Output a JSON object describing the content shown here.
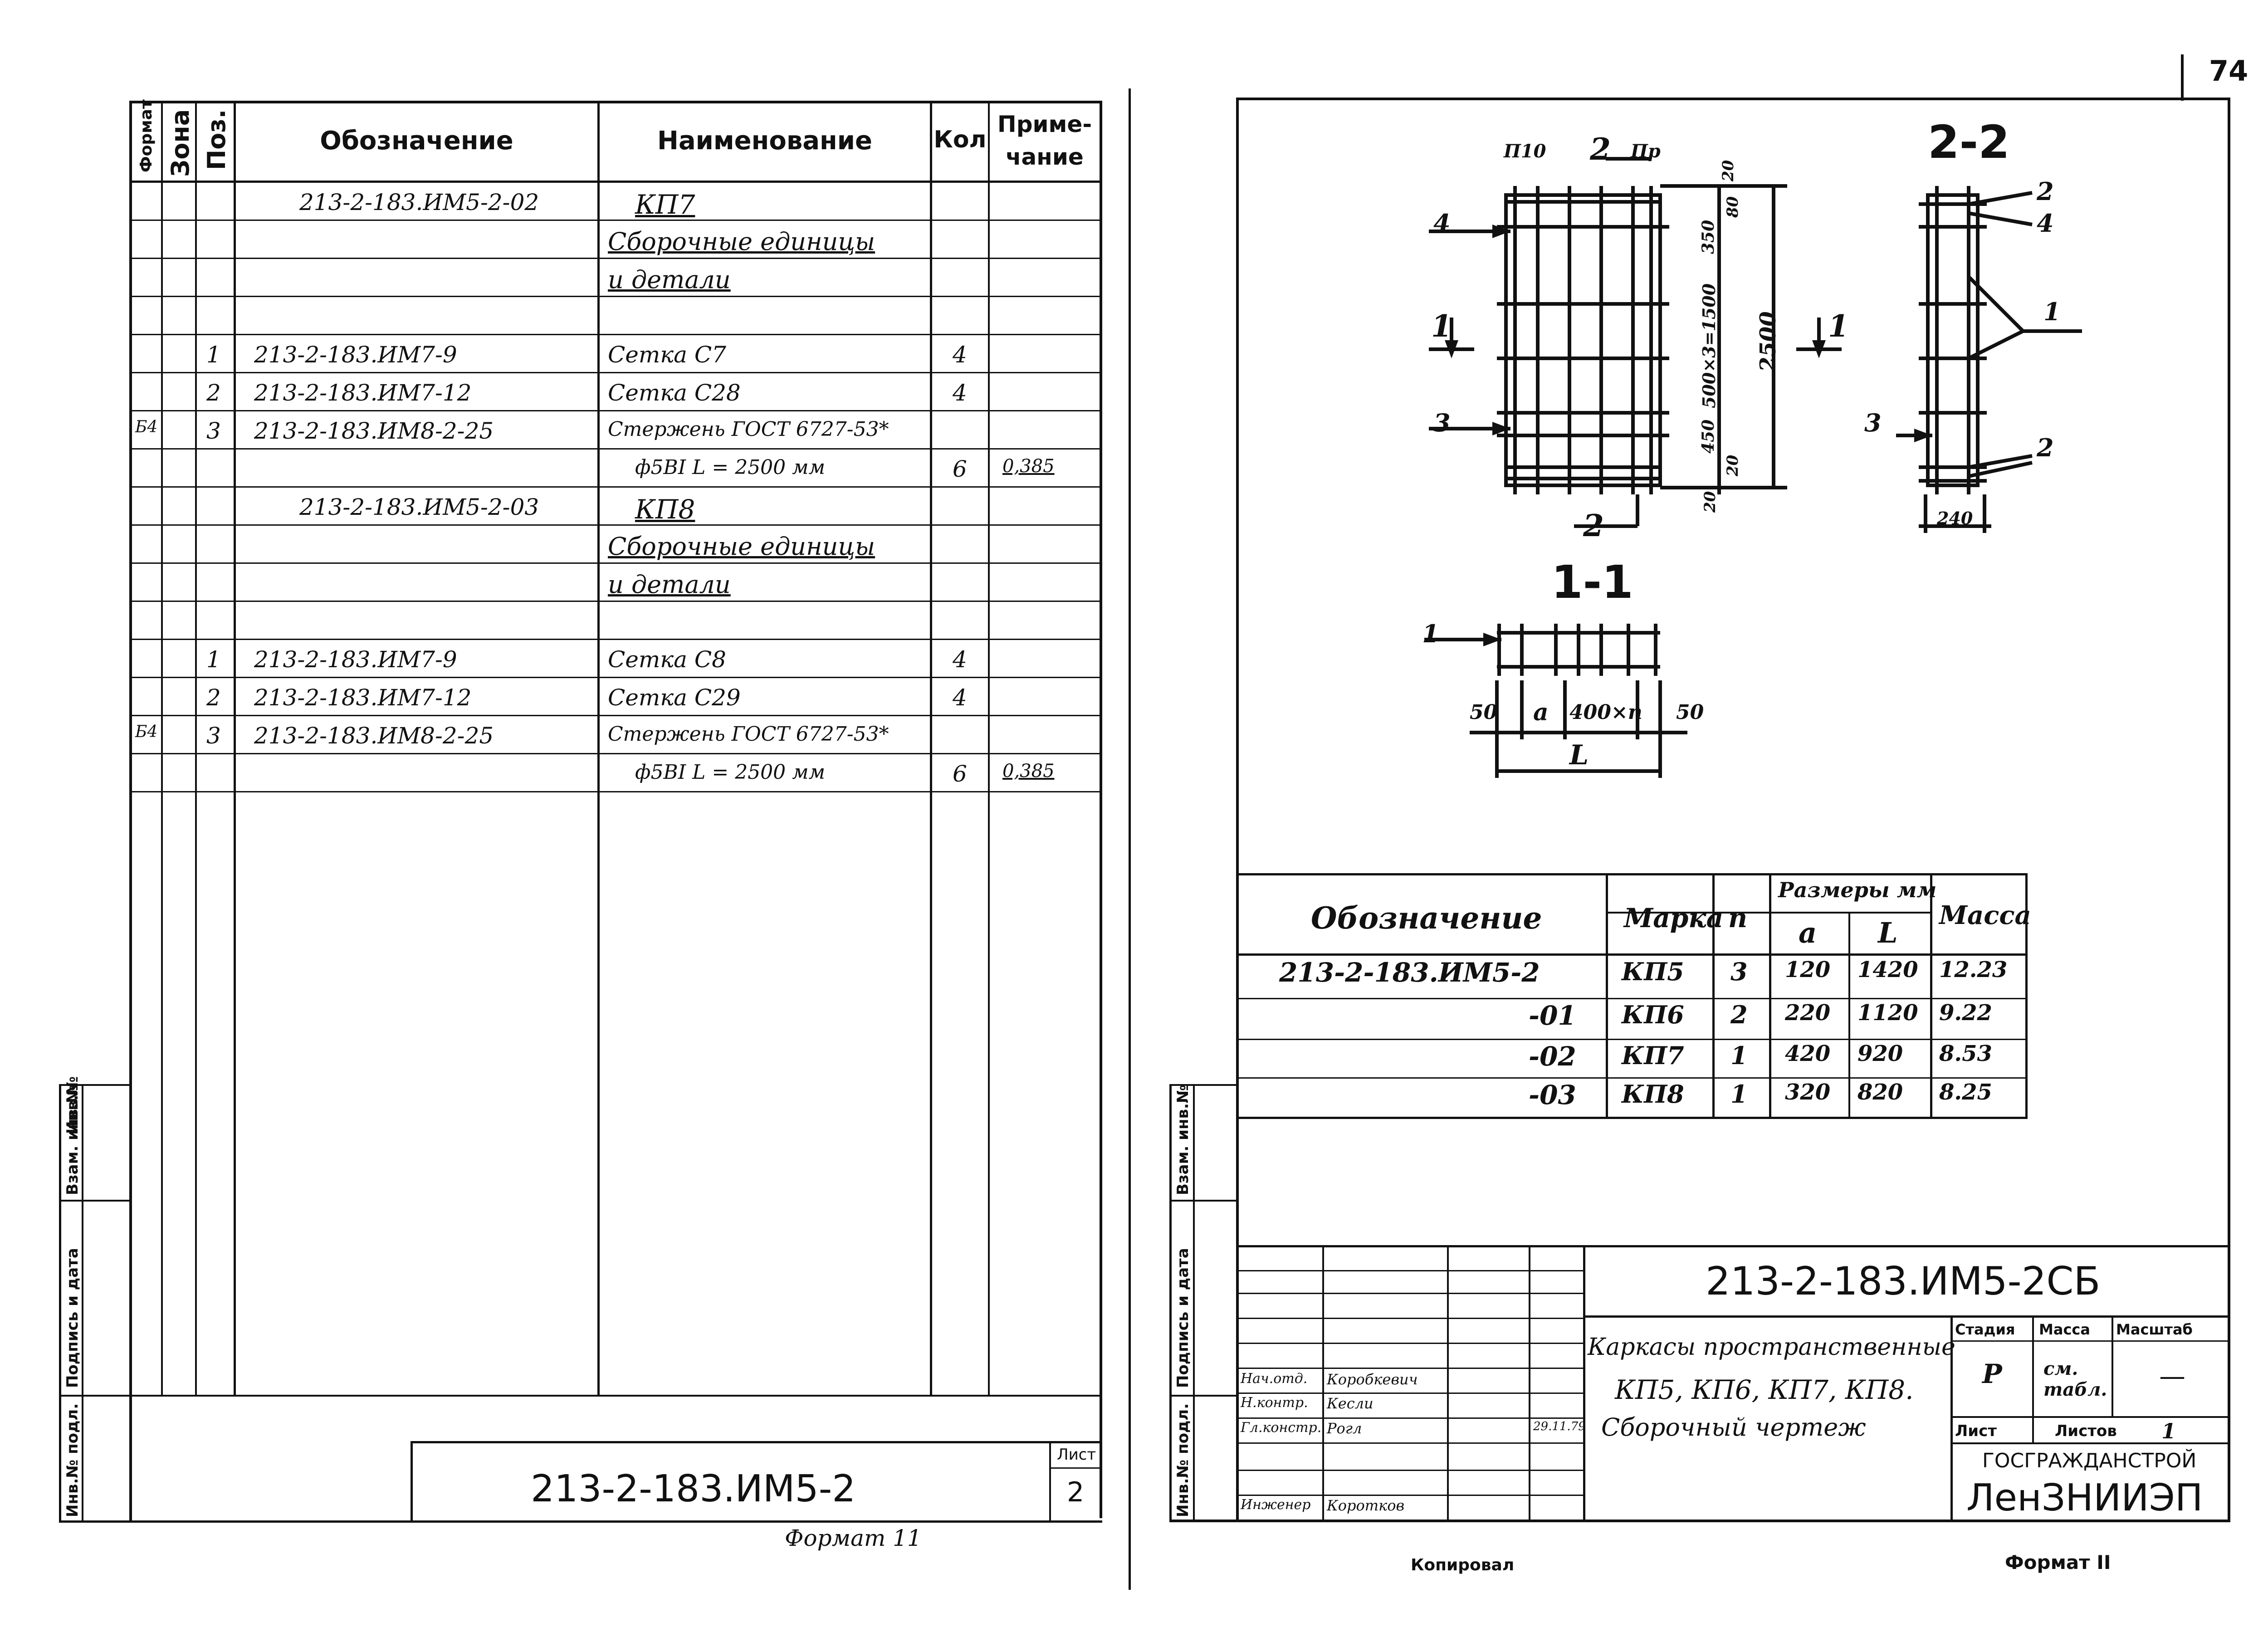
{
  "page_number": "74",
  "left_sheet": {
    "headers": {
      "format": "Формат",
      "zone": "Зона",
      "pos": "Поз.",
      "designation": "Обозначение",
      "name": "Наименование",
      "qty": "Кол",
      "note": "Приме-\nчание"
    },
    "rows": [
      {
        "fmt": "",
        "pos": "",
        "designation": "213-2-183.ИМ5-2-02",
        "name": "КП7",
        "qty": "",
        "note": ""
      },
      {
        "fmt": "",
        "pos": "",
        "designation": "",
        "name": "Сборочные единицы",
        "qty": "",
        "note": ""
      },
      {
        "fmt": "",
        "pos": "",
        "designation": "",
        "name": "и детали",
        "qty": "",
        "note": ""
      },
      {
        "fmt": "",
        "pos": "",
        "designation": "",
        "name": "",
        "qty": "",
        "note": ""
      },
      {
        "fmt": "",
        "pos": "1",
        "designation": "213-2-183.ИМ7-9",
        "name": "Сетка С7",
        "qty": "4",
        "note": ""
      },
      {
        "fmt": "",
        "pos": "2",
        "designation": "213-2-183.ИМ7-12",
        "name": "Сетка С28",
        "qty": "4",
        "note": ""
      },
      {
        "fmt": "Б4",
        "pos": "3",
        "designation": "213-2-183.ИМ8-2-25",
        "name": "Стержень ГОСТ 6727-53*",
        "qty": "",
        "note": ""
      },
      {
        "fmt": "",
        "pos": "",
        "designation": "",
        "name": "ф5ВI  L = 2500 мм",
        "qty": "6",
        "note": "0,385"
      },
      {
        "fmt": "",
        "pos": "",
        "designation": "213-2-183.ИМ5-2-03",
        "name": "КП8",
        "qty": "",
        "note": ""
      },
      {
        "fmt": "",
        "pos": "",
        "designation": "",
        "name": "Сборочные единицы",
        "qty": "",
        "note": ""
      },
      {
        "fmt": "",
        "pos": "",
        "designation": "",
        "name": "и детали",
        "qty": "",
        "note": ""
      },
      {
        "fmt": "",
        "pos": "",
        "designation": "",
        "name": "",
        "qty": "",
        "note": ""
      },
      {
        "fmt": "",
        "pos": "1",
        "designation": "213-2-183.ИМ7-9",
        "name": "Сетка С8",
        "qty": "4",
        "note": ""
      },
      {
        "fmt": "",
        "pos": "2",
        "designation": "213-2-183.ИМ7-12",
        "name": "Сетка С29",
        "qty": "4",
        "note": ""
      },
      {
        "fmt": "Б4",
        "pos": "3",
        "designation": "213-2-183.ИМ8-2-25",
        "name": "Стержень ГОСТ 6727-53*",
        "qty": "",
        "note": ""
      },
      {
        "fmt": "",
        "pos": "",
        "designation": "",
        "name": "ф5ВI  L = 2500 мм",
        "qty": "6",
        "note": "0,385"
      }
    ],
    "side_labels": [
      "Инв.№ подл.",
      "Подпись и дата",
      "Взам. инв.№",
      "Инв.№"
    ],
    "stamp_code": "213-2-183.ИМ5-2",
    "sheet_label": "Лист",
    "sheet_no": "2",
    "format_note": "Формат 11"
  },
  "right_sheet": {
    "section_2_2": "2-2",
    "section_1_1": "1-1",
    "labels_front": {
      "p10": "П10",
      "two": "2",
      "pr": "Пр",
      "four": "4",
      "one": "1",
      "three": "3",
      "dim_20_top": "20",
      "dim_80": "80",
      "dim_350": "350",
      "dim_mid": "500×3=1500",
      "dim_450": "450",
      "dim_20_bot": "20",
      "dim_20_b2": "20",
      "dim_2500": "2500",
      "two_bottom": "2"
    },
    "labels_side": {
      "two_a": "2",
      "four": "4",
      "one": "1",
      "three": "3",
      "two_b": "2",
      "dim_240": "240"
    },
    "labels_11": {
      "one": "1",
      "d50a": "50",
      "a": "a",
      "pitch": "400×n",
      "d50b": "50",
      "L": "L"
    },
    "table": {
      "h_designation": "Обозначение",
      "h_mark": "Марка",
      "h_n": "n",
      "h_sizes": "Размеры мм",
      "h_a": "a",
      "h_L": "L",
      "h_mass": "Масса",
      "rows": [
        {
          "designation": "213-2-183.ИМ5-2",
          "mark": "КП5",
          "n": "3",
          "a": "120",
          "L": "1420",
          "mass": "12.23"
        },
        {
          "designation": "-01",
          "mark": "КП6",
          "n": "2",
          "a": "220",
          "L": "1120",
          "mass": "9.22"
        },
        {
          "designation": "-02",
          "mark": "КП7",
          "n": "1",
          "a": "420",
          "L": "920",
          "mass": "8.53"
        },
        {
          "designation": "-03",
          "mark": "КП8",
          "n": "1",
          "a": "320",
          "L": "820",
          "mass": "8.25"
        }
      ]
    },
    "side_labels": [
      "Инв.№ подл.",
      "Подпись и дата",
      "Взам. инв.№"
    ],
    "title_block": {
      "code": "213-2-183.ИМ5-2СБ",
      "title_line1": "Каркасы пространственные",
      "title_line2": "КП5, КП6, КП7, КП8.",
      "title_line3": "Сборочный чертеж",
      "stage_h": "Стадия",
      "mass_h": "Масса",
      "scale_h": "Масштаб",
      "stage_v": "Р",
      "mass_v": "см. табл.",
      "scale_v": "—",
      "sheet_h": "Лист",
      "sheets_h": "Листов",
      "sheets_v": "1",
      "org1": "ГОСГРАЖДАНСТРОЙ",
      "org2": "ЛенЗНИИЭП",
      "people": [
        {
          "role": "Нач.отд.",
          "name": "Коробкевич",
          "date": ""
        },
        {
          "role": "Н.контр.",
          "name": "Кесли",
          "date": ""
        },
        {
          "role": "Гл.констр.",
          "name": "Рогл",
          "date": "29.11.79"
        },
        {
          "role": "",
          "name": "",
          "date": ""
        },
        {
          "role": "Инженер",
          "name": "Коротков",
          "date": ""
        }
      ]
    },
    "copied": "Копировал",
    "format_note": "Формат II"
  }
}
